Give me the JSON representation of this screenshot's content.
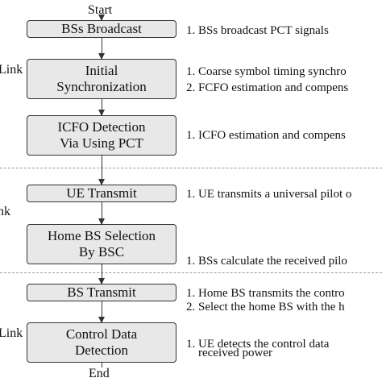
{
  "flow": {
    "start": "Start",
    "end": "End",
    "boxes": [
      {
        "lines": [
          "BSs Broadcast"
        ]
      },
      {
        "lines": [
          "Initial",
          "Synchronization"
        ]
      },
      {
        "lines": [
          "ICFO Detection",
          "Via Using PCT"
        ]
      },
      {
        "lines": [
          "UE Transmit"
        ]
      },
      {
        "lines": [
          "Home BS Selection",
          "By BSC"
        ]
      },
      {
        "lines": [
          "BS Transmit"
        ]
      },
      {
        "lines": [
          "Control Data",
          "Detection"
        ]
      }
    ]
  },
  "side_labels": [
    "Link",
    "nk",
    "Link"
  ],
  "descriptions": [
    [
      "1. BSs broadcast PCT signals"
    ],
    [
      "1. Coarse symbol timing synchro",
      "2. FCFO estimation and compens"
    ],
    [
      "1. ICFO estimation and compens"
    ],
    [
      "1. UE transmits a universal pilot o"
    ],
    [
      "1. BSs calculate the received pilo",
      "2. Select the home BS with the h",
      "    received power"
    ],
    [
      "1. Home BS transmits the contro"
    ],
    [
      "1. UE detects the control data"
    ]
  ]
}
